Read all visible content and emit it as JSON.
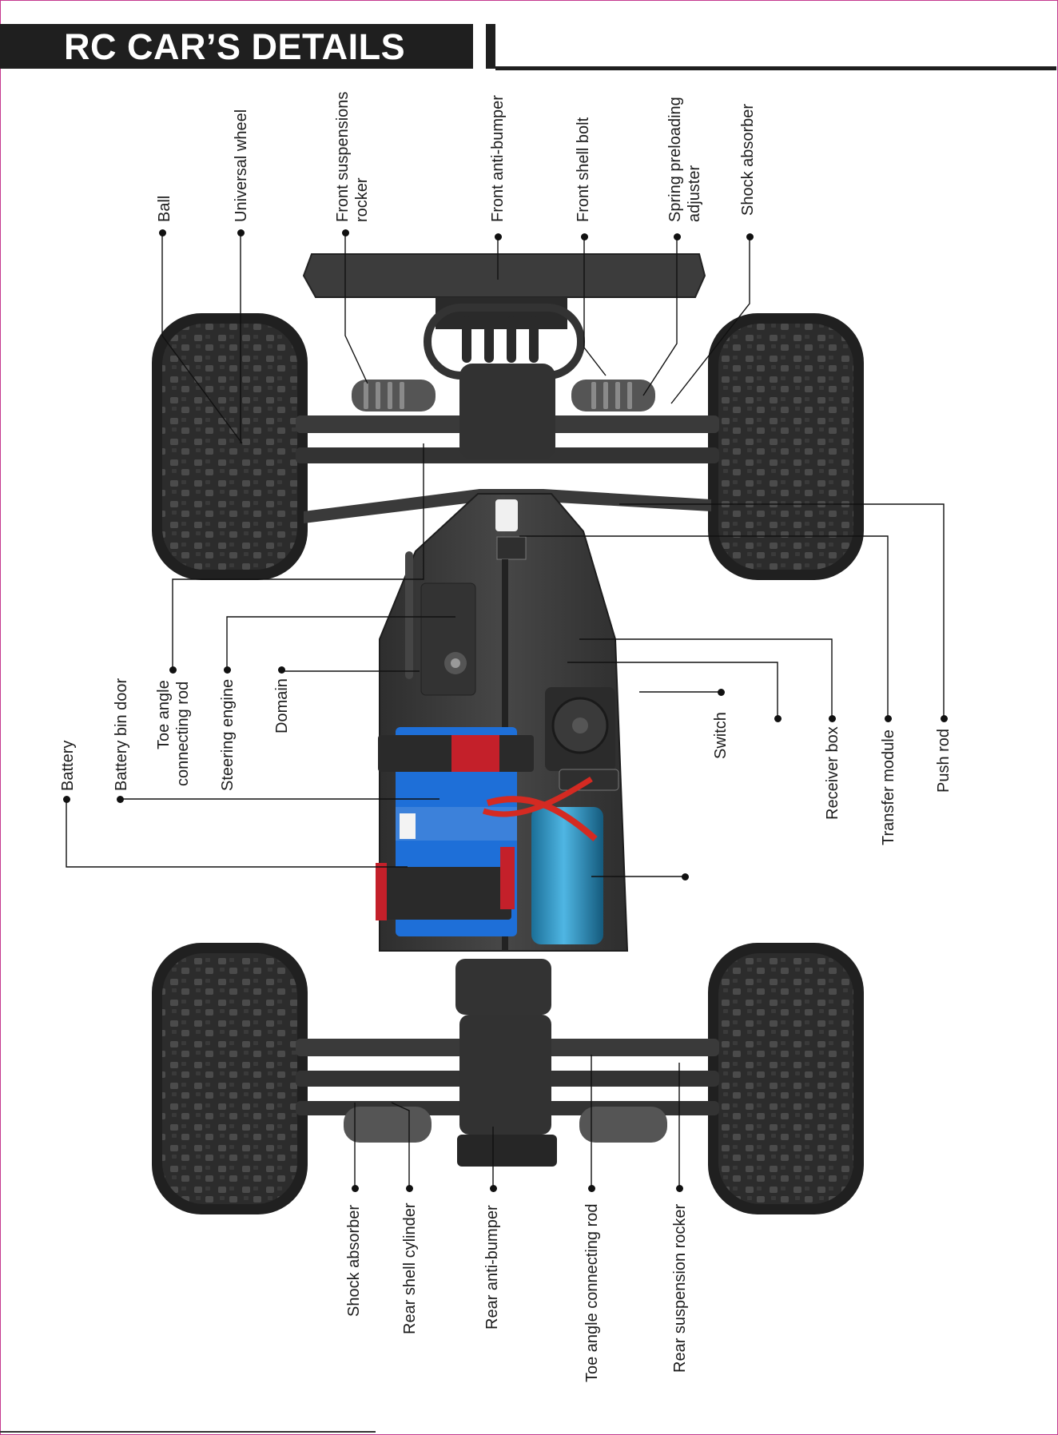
{
  "header": {
    "title": "RC CAR’S DETAILS"
  },
  "labels": {
    "ball": "Ball",
    "universal_wheel": "Universal wheel",
    "front_suspensions_rocker_1": "Front suspensions",
    "front_suspensions_rocker_2": "rocker",
    "front_anti_bumper": "Front anti-bumper",
    "front_shell_bolt": "Front shell bolt",
    "spring_preloading_adjuster_1": "Spring preloading",
    "spring_preloading_adjuster_2": "adjuster",
    "shock_absorber_front": "Shock absorber",
    "battery": "Battery",
    "battery_bin_door": "Battery bin door",
    "toe_angle_connecting_rod_1": "Toe angle",
    "toe_angle_connecting_rod_2": "connecting rod",
    "steering_engine": "Steering engine",
    "domain": "Domain",
    "switch": "Switch",
    "receiver_box": "Receiver box",
    "transfer_module": "Transfer module",
    "push_rod": "Push rod",
    "shock_absorber_rear": "Shock absorber",
    "rear_shell_cylinder": "Rear shell cylinder",
    "rear_anti_bumper": "Rear anti-bumper",
    "toe_angle_connecting_rod_rear": "Toe angle connecting rod",
    "rear_suspension_rocker": "Rear suspension rocker"
  },
  "colors": {
    "header_bg": "#1f1f1f",
    "frame_border": "#c4388f",
    "body": "#3b3b3b",
    "tire": "#262626",
    "battery": "#1e6fd8",
    "motor": "#2a93c6",
    "strap_red": "#c4202a",
    "wire_red": "#d42a22"
  }
}
